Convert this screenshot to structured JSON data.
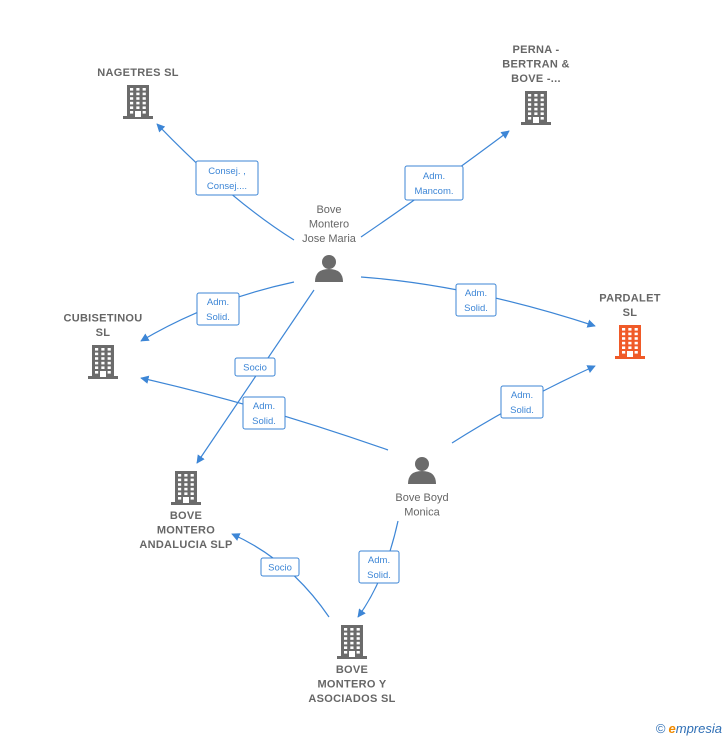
{
  "nodes": [
    {
      "id": "nagetres",
      "type": "company",
      "lines": [
        "NAGETRES  SL"
      ],
      "color": "#6b6b6b",
      "focus": false
    },
    {
      "id": "perna",
      "type": "company",
      "lines": [
        "PERNA -",
        "BERTRAN &",
        "BOVE -..."
      ],
      "color": "#6b6b6b",
      "focus": false
    },
    {
      "id": "bove_jose",
      "type": "person",
      "lines": [
        "Bove",
        "Montero",
        "Jose Maria"
      ],
      "color": "#6b6b6b",
      "focus": false
    },
    {
      "id": "pardalet",
      "type": "company",
      "lines": [
        "PARDALET",
        "SL"
      ],
      "color": "#f05a28",
      "focus": true
    },
    {
      "id": "cubisetinou",
      "type": "company",
      "lines": [
        "CUBISETINOU",
        "SL"
      ],
      "color": "#6b6b6b",
      "focus": false
    },
    {
      "id": "bove_andalucia",
      "type": "company",
      "lines": [
        "BOVE",
        "MONTERO",
        "ANDALUCIA  SLP"
      ],
      "color": "#6b6b6b",
      "focus": false
    },
    {
      "id": "bove_monica",
      "type": "person",
      "lines": [
        "Bove Boyd",
        "Monica"
      ],
      "color": "#6b6b6b",
      "focus": false
    },
    {
      "id": "bove_asociados",
      "type": "company",
      "lines": [
        "BOVE",
        "MONTERO Y",
        "ASOCIADOS SL"
      ],
      "color": "#6b6b6b",
      "focus": false
    }
  ],
  "edges": [
    {
      "from": "bove_jose",
      "to": "nagetres",
      "label": [
        "Consej. ,",
        "Consej...."
      ]
    },
    {
      "from": "bove_jose",
      "to": "perna",
      "label": [
        "Adm.",
        "Mancom."
      ]
    },
    {
      "from": "bove_jose",
      "to": "pardalet",
      "label": [
        "Adm.",
        "Solid."
      ]
    },
    {
      "from": "bove_jose",
      "to": "cubisetinou",
      "label": [
        "Adm.",
        "Solid."
      ]
    },
    {
      "from": "bove_jose",
      "to": "bove_andalucia",
      "label": [
        "Socio"
      ]
    },
    {
      "from": "bove_monica",
      "to": "cubisetinou",
      "label": [
        "Adm.",
        "Solid."
      ]
    },
    {
      "from": "bove_monica",
      "to": "pardalet",
      "label": [
        "Adm.",
        "Solid."
      ]
    },
    {
      "from": "bove_monica",
      "to": "bove_asociados",
      "label": [
        "Adm.",
        "Solid."
      ]
    },
    {
      "from": "bove_asociados",
      "to": "bove_andalucia",
      "label": [
        "Socio"
      ]
    }
  ],
  "footer": {
    "copyright": "©",
    "brand_initial": "e",
    "brand_rest": "mpresia"
  },
  "colors": {
    "edge": "#3d86d6",
    "node": "#6b6b6b",
    "focus": "#f05a28"
  }
}
